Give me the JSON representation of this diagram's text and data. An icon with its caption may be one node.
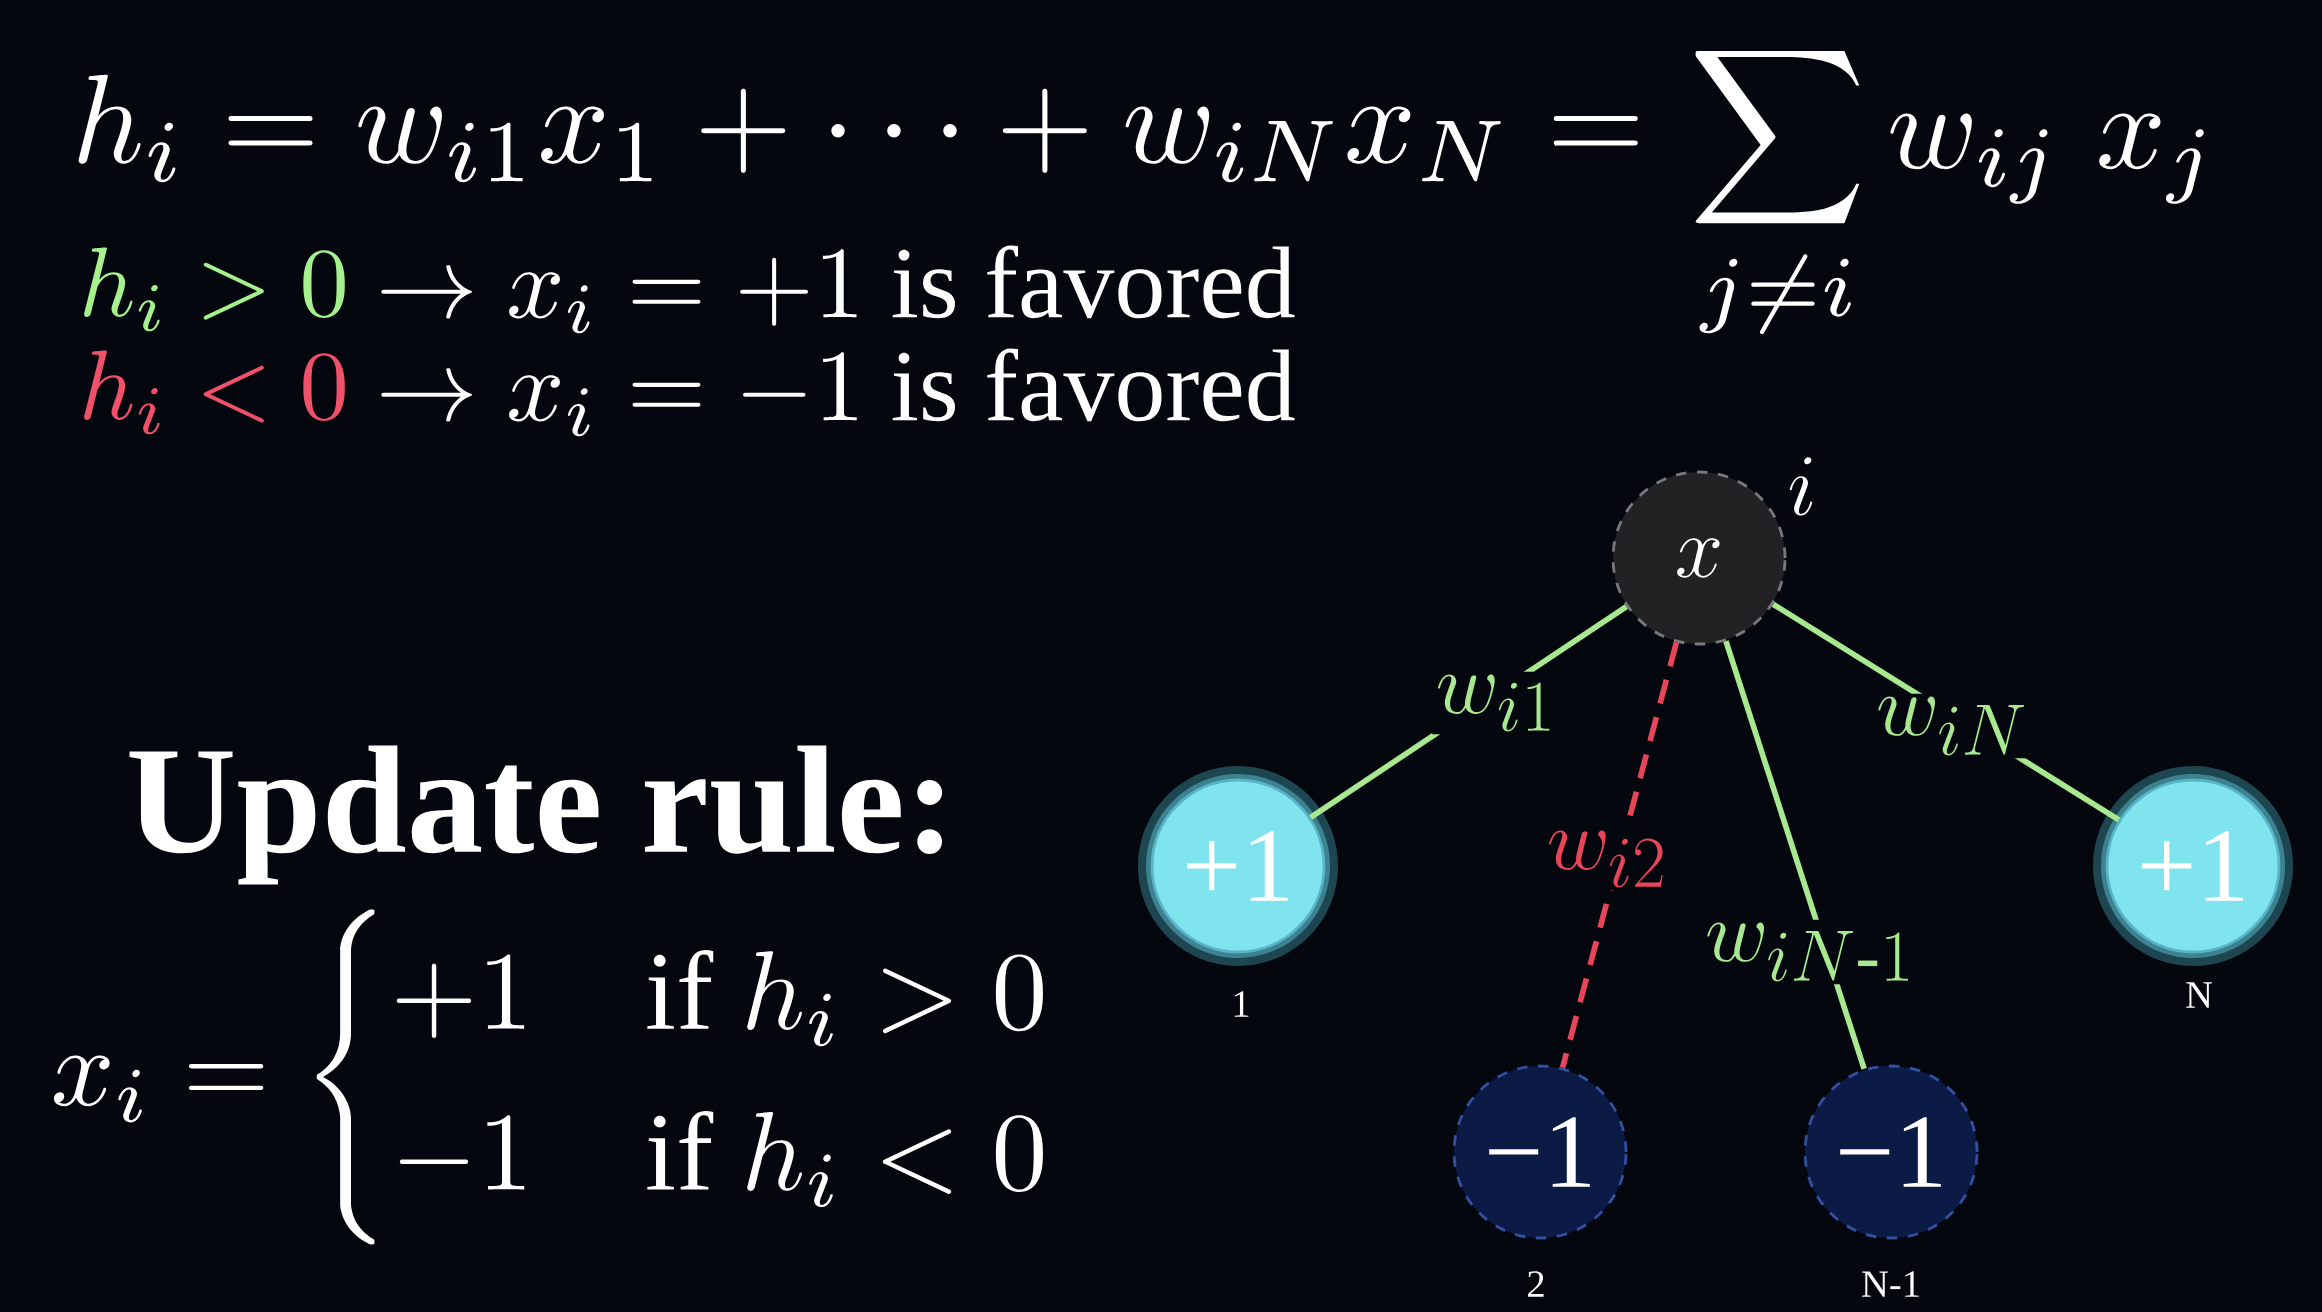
{
  "diagram": {
    "nodes": [
      {
        "text": [
          "x"
        ],
        "beside": [
          "i"
        ]
      },
      {
        "text": [
          "+1"
        ],
        "beside": [
          "1"
        ]
      },
      {
        "text": [
          "−1"
        ],
        "beside": [
          "2"
        ]
      },
      {
        "text": [
          "−1"
        ],
        "beside": [
          "N-1"
        ]
      },
      {
        "text": [
          "+1"
        ],
        "beside": [
          "N"
        ]
      }
    ],
    "edges": [
      {
        "from": 0,
        "to": 1,
        "arrow": "none",
        "label": "w_{i1}"
      },
      {
        "from": 0,
        "to": 2,
        "arrow": "none",
        "label": "w_{i2}",
        "style": "dashed",
        "color": "#e8455a"
      },
      {
        "from": 0,
        "to": 3,
        "arrow": "none",
        "label": "w_{iN\\text{-}1}"
      },
      {
        "from": 0,
        "to": 4,
        "arrow": "none",
        "label": "w_{iN}"
      }
    ],
    "labels": [
      "h_i = w_{i1}x_1 + \\cdots + w_{iN}x_N =",
      "\\sum_{j\\neq i} w_{ij}\\; x_j",
      "h_i > 0",
      "\\rightarrow x_i = +1 \\text{ is favored}",
      "h_i < 0",
      "\\rightarrow x_i = -1 \\text{ is favored}",
      "Update rule:",
      "x_i = \\begin{cases} +1 & \\text{if } h_i > 0 \\\\ -1 & \\text{if } h_i < 0 \\end{cases}"
    ]
  }
}
